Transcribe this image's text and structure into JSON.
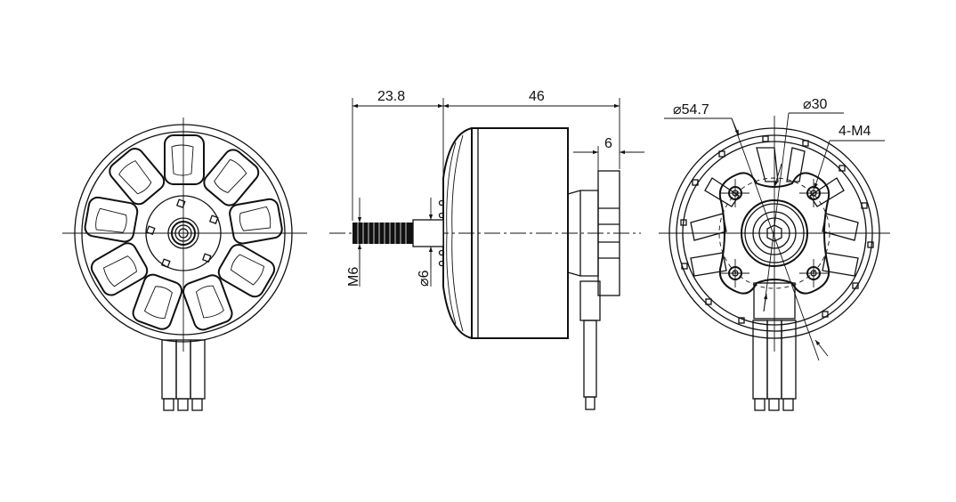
{
  "drawing": {
    "title": "Brushless motor dimension drawing",
    "views": [
      "front-view",
      "side-view",
      "rear-view"
    ],
    "units": "mm",
    "line_color": "#111111",
    "background": "#ffffff"
  },
  "dimensions": {
    "shaft_length": "23.8",
    "body_length": "46",
    "mount_depth": "6",
    "thread": "M6",
    "shaft_diameter": "6",
    "shaft_diameter_symbol": "⌀",
    "outer_diameter": "54.7",
    "outer_diameter_symbol": "⌀",
    "bolt_circle": "30",
    "bolt_circle_symbol": "⌀",
    "mount_holes": "4-M4"
  },
  "labels": {
    "shaft_length": "23.8",
    "body_length": "46",
    "mount_depth": "6",
    "thread": "M6",
    "shaft_dia": "⌀6",
    "outer_dia": "⌀54.7",
    "bolt_circle": "⌀30",
    "mount_holes": "4-M4"
  }
}
